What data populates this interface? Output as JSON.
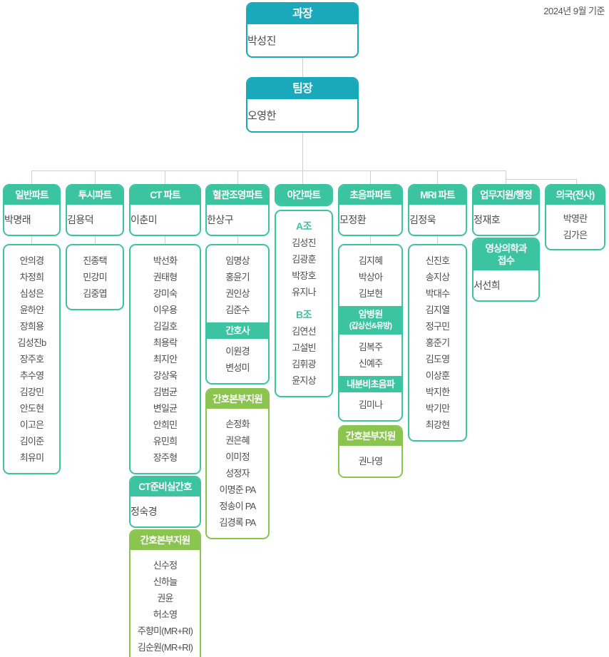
{
  "note": "2024년 9월 기준",
  "colors": {
    "teal": "#1aa8bb",
    "mint": "#3cc3a0",
    "lime": "#8cc450",
    "line": "#cfcfcf"
  },
  "root": {
    "title": "과장",
    "name": "박성진"
  },
  "lead": {
    "title": "팀장",
    "name": "오영한"
  },
  "parts": {
    "general": {
      "title": "일반파트",
      "leader": "박명래",
      "members": [
        "안의경",
        "차정희",
        "심성은",
        "윤하얀",
        "장희용",
        "김성진b",
        "장주호",
        "추수영",
        "김강민",
        "안도현",
        "이고은",
        "김이준",
        "최유미"
      ]
    },
    "fluoro": {
      "title": "투시파트",
      "leader": "김용덕",
      "members": [
        "진종택",
        "민강미",
        "김중엽"
      ]
    },
    "ct": {
      "title": "CT 파트",
      "leader": "이춘미",
      "members": [
        "박선화",
        "권태형",
        "강미숙",
        "이우용",
        "김길호",
        "최용락",
        "최지안",
        "강상욱",
        "김범균",
        "변일균",
        "안희민",
        "유민희",
        "장주형"
      ],
      "prep": {
        "title": "CT준비실간호",
        "name": "정숙경"
      },
      "nursing": {
        "title": "간호본부지원",
        "members": [
          "신수정",
          "신하늘",
          "권윤",
          "허소영",
          "주향미(MR+RI)",
          "김순원(MR+RI)"
        ]
      }
    },
    "angio": {
      "title": "혈관조영파트",
      "leader": "한상구",
      "members": [
        "임명상",
        "홍윤기",
        "권인상",
        "김준수"
      ],
      "nurse": {
        "title": "간호사",
        "members": [
          "이원경",
          "변성미"
        ]
      },
      "nursing": {
        "title": "간호본부지원",
        "members": [
          "손정화",
          "권은혜",
          "이미정",
          "성정자",
          "이명준 PA",
          "정송이 PA",
          "김경록 PA"
        ]
      }
    },
    "night": {
      "title": "야간파트",
      "group_a": {
        "label": "A조",
        "members": [
          "김성진",
          "김광훈",
          "박장호",
          "유지나"
        ]
      },
      "group_b": {
        "label": "B조",
        "members": [
          "김연선",
          "고설빈",
          "김휘광",
          "윤지상"
        ]
      }
    },
    "ultrasound": {
      "title": "초음파파트",
      "leader": "모정환",
      "members": [
        "김지혜",
        "박상아",
        "김보현"
      ],
      "cancer": {
        "title": "암병원",
        "subtitle": "(갑상선&유방)",
        "members": [
          "김복주",
          "신예주"
        ]
      },
      "endocrine": {
        "title": "내분비초음파",
        "members": [
          "김미나"
        ]
      },
      "nursing": {
        "title": "간호본부지원",
        "members": [
          "권나영"
        ]
      }
    },
    "mri": {
      "title": "MRI 파트",
      "leader": "김정욱",
      "members": [
        "신진호",
        "송지상",
        "박대수",
        "김지열",
        "정구민",
        "홍준기",
        "김도영",
        "이상훈",
        "박지한",
        "박기만",
        "최강현"
      ]
    },
    "admin": {
      "title": "업무지원/행정",
      "leader": "정재호",
      "reception": {
        "title_line1": "영상의학과",
        "title_line2": "접수",
        "name": "서선희"
      }
    },
    "office": {
      "title": "의국(전사)",
      "members": [
        "박영란",
        "김가은"
      ]
    }
  }
}
